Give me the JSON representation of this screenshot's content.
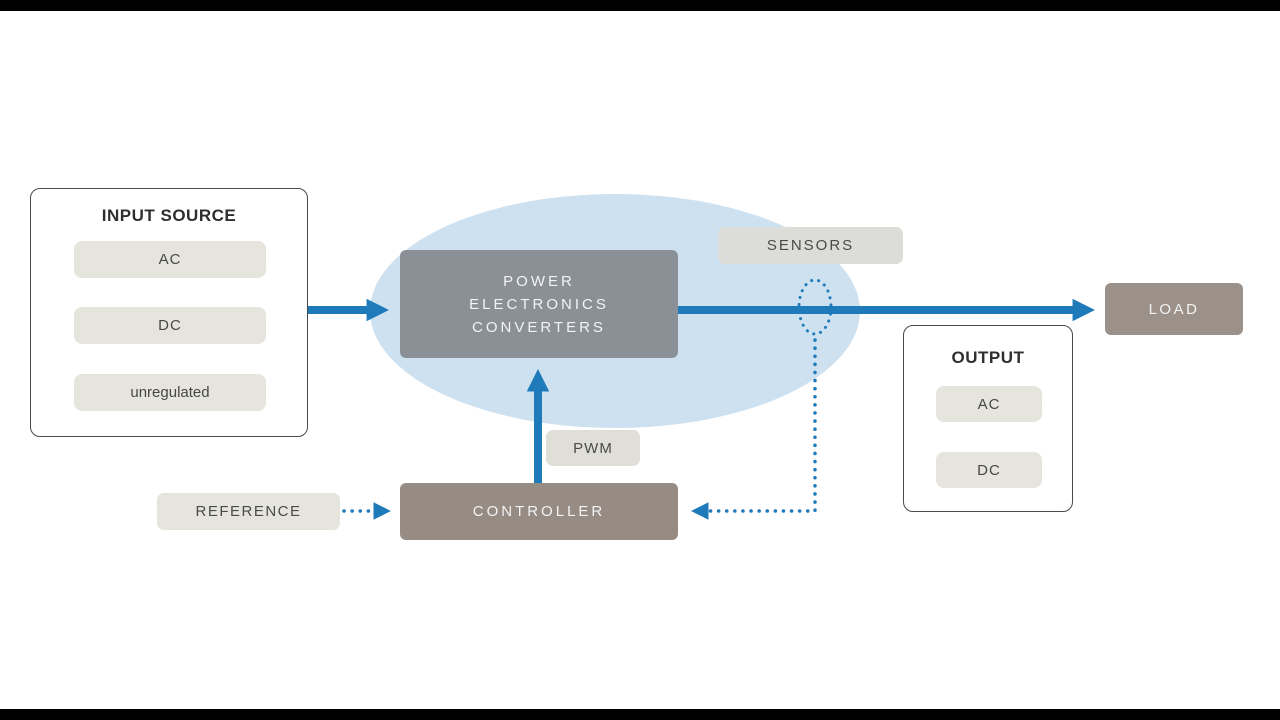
{
  "colors": {
    "arrow_blue": "#1e7ab9",
    "ellipse_blue": "#cee1f0",
    "converter_gray": "#8b9097",
    "controller_taupe": "#978c84",
    "load_taupe": "#9b9188",
    "pill_light": "#e6e5dd",
    "sensors_gray": "#dcddd8",
    "panel_border": "#4a4a4a",
    "letterbox_black": "#000000"
  },
  "input_source": {
    "title": "INPUT SOURCE",
    "items": [
      "AC",
      "DC",
      "unregulated"
    ]
  },
  "converter": {
    "lines": [
      "POWER",
      "ELECTRONICS",
      "CONVERTERS"
    ]
  },
  "sensors": {
    "label": "SENSORS"
  },
  "load": {
    "label": "LOAD"
  },
  "output": {
    "title": "OUTPUT",
    "items": [
      "AC",
      "DC"
    ]
  },
  "pwm": {
    "label": "PWM"
  },
  "controller": {
    "label": "CONTROLLER"
  },
  "reference": {
    "label": "REFERENCE"
  }
}
